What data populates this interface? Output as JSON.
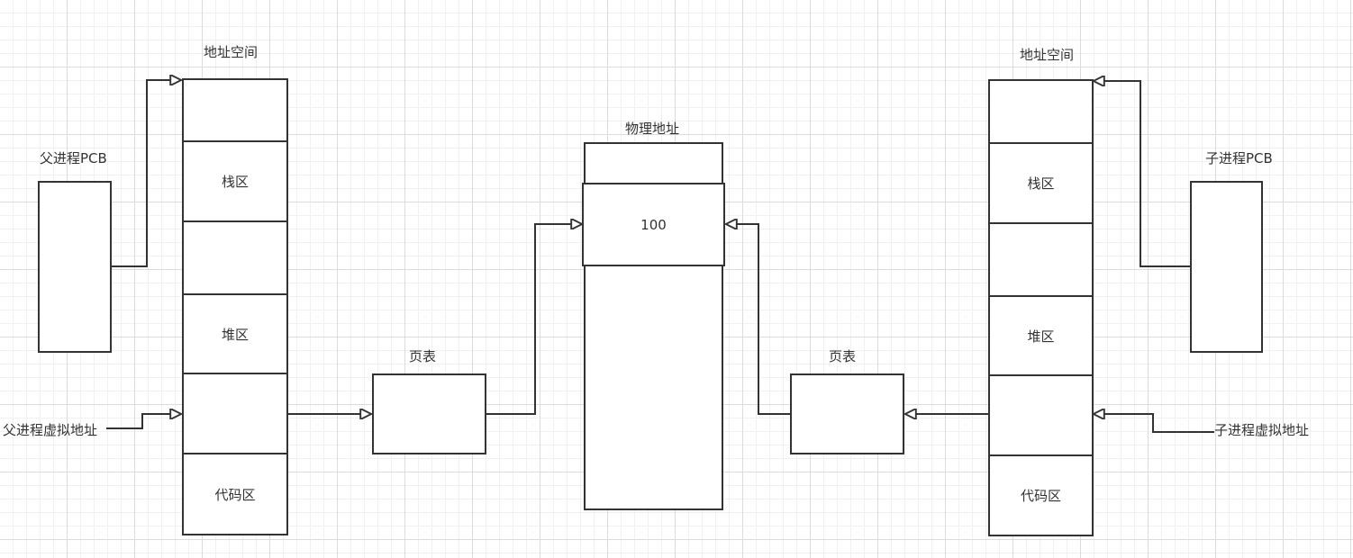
{
  "left": {
    "pcb_label": "父进程PCB",
    "address_space_title": "地址空间",
    "segments": [
      "",
      "栈区",
      "",
      "堆区",
      "",
      "代码区"
    ],
    "virtual_address_label": "父进程虚拟地址",
    "page_table_label": "页表"
  },
  "physical": {
    "title": "物理地址",
    "frame_value": "100"
  },
  "right": {
    "pcb_label": "子进程PCB",
    "address_space_title": "地址空间",
    "segments": [
      "",
      "栈区",
      "",
      "堆区",
      "",
      "代码区"
    ],
    "virtual_address_label": "子进程虚拟地址",
    "page_table_label": "页表"
  },
  "colors": {
    "stroke": "#333333",
    "text": "#333333",
    "grid": "#dcdcdc"
  }
}
